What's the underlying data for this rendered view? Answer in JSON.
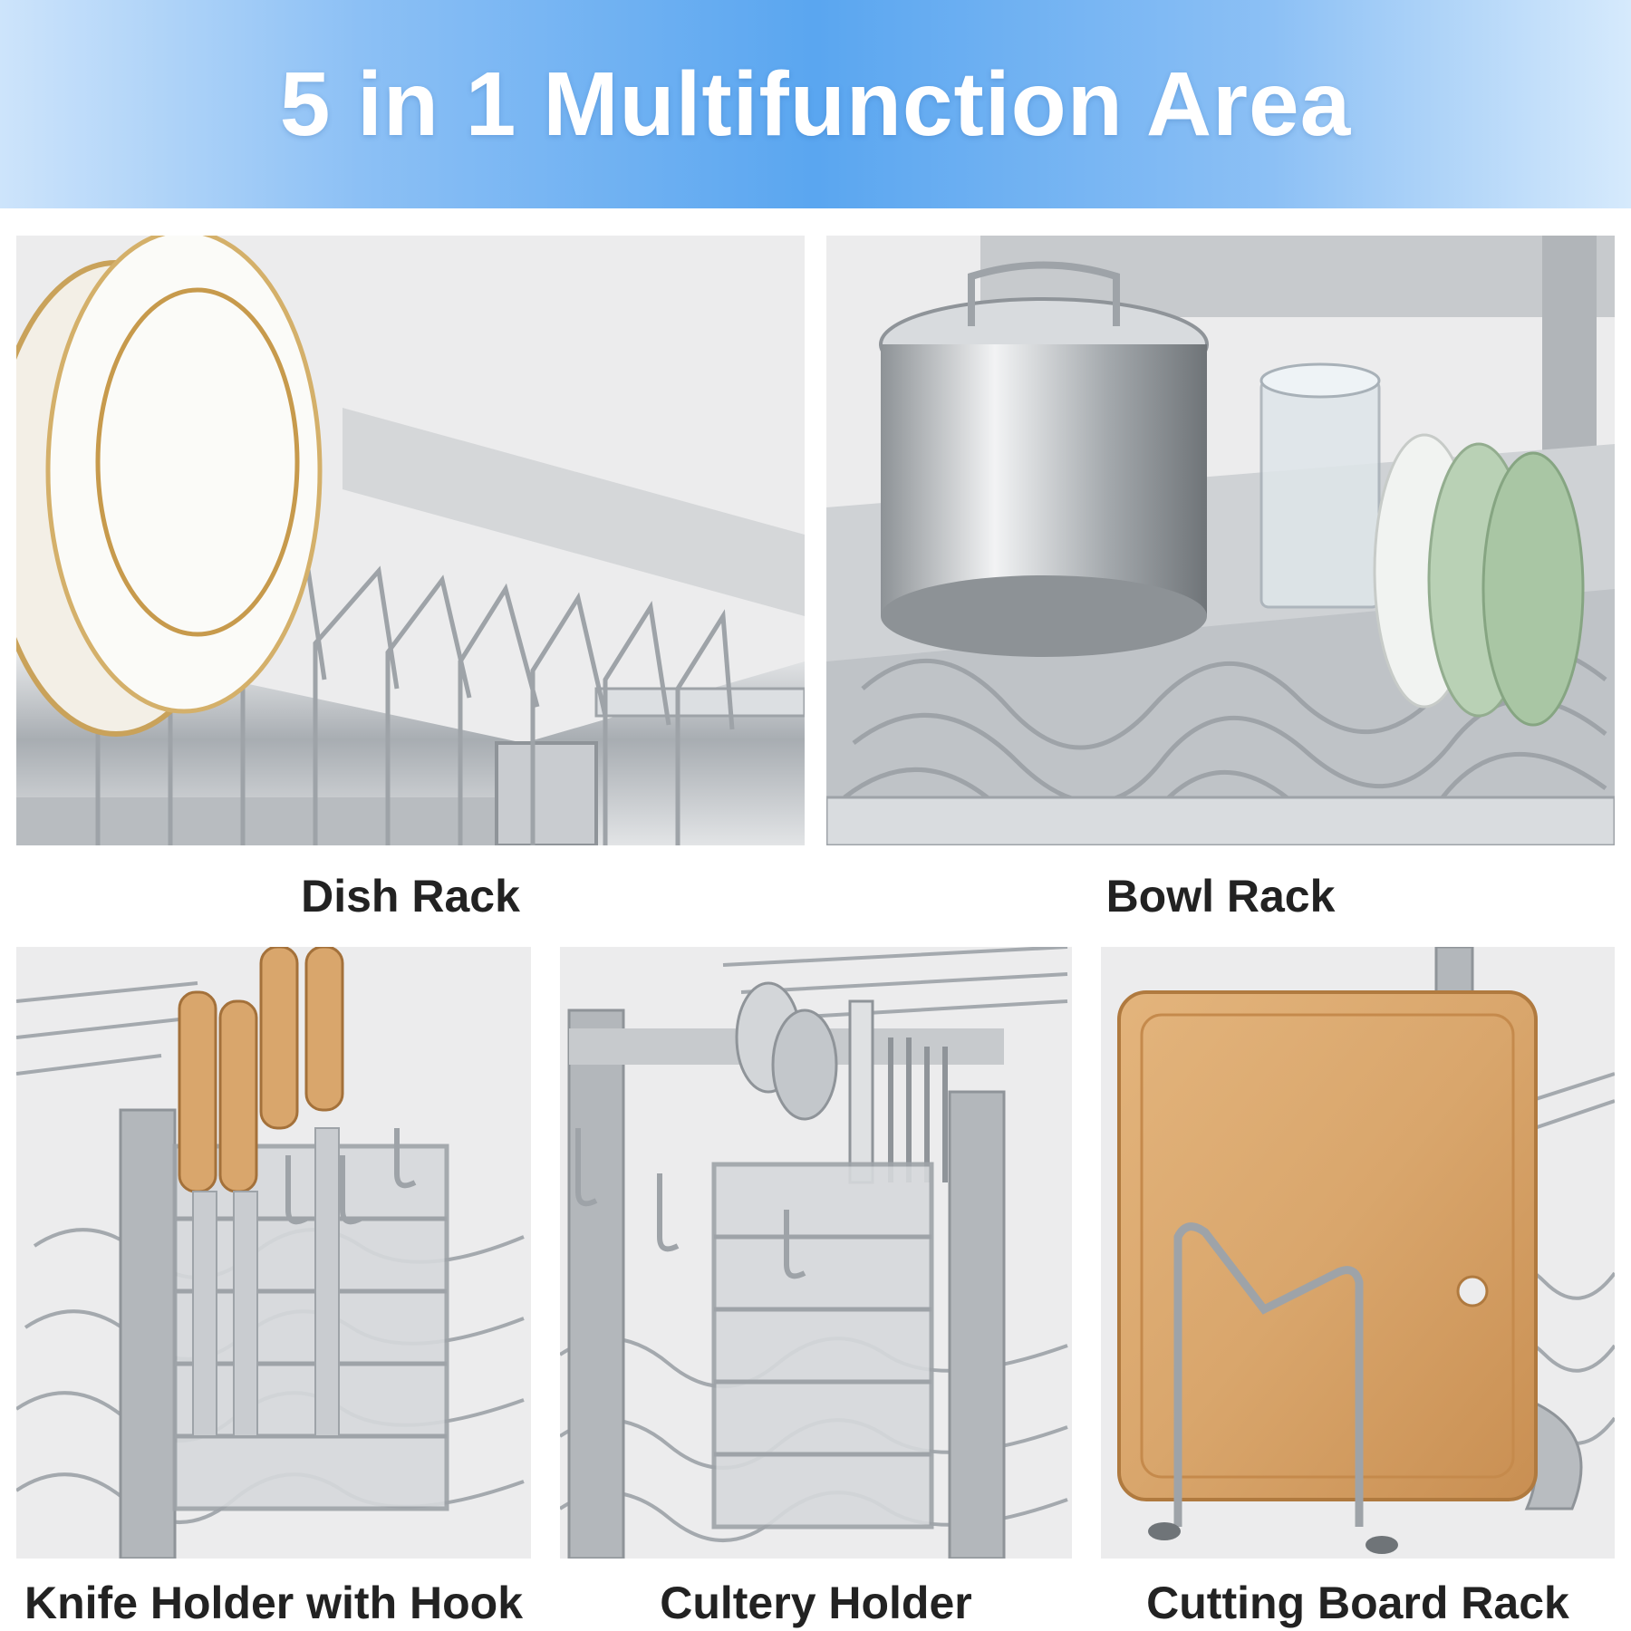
{
  "banner": {
    "title": "5 in 1 Multifunction Area"
  },
  "panels": [
    {
      "caption": "Dish Rack",
      "illustration": "dish-rack-with-plates"
    },
    {
      "caption": "Bowl Rack",
      "illustration": "bowl-rack-with-pot-cup-bowls"
    },
    {
      "caption": "Knife Holder with Hook",
      "illustration": "knife-holder-with-knives"
    },
    {
      "caption": "Cultery Holder",
      "illustration": "cutlery-holder-with-spoons-forks"
    },
    {
      "caption": "Cutting Board Rack",
      "illustration": "cutting-board-on-holder"
    }
  ],
  "colors": {
    "banner_blue": "#5aa6f0",
    "steel": "#9ea3a8",
    "wood": "#d9a66c"
  }
}
